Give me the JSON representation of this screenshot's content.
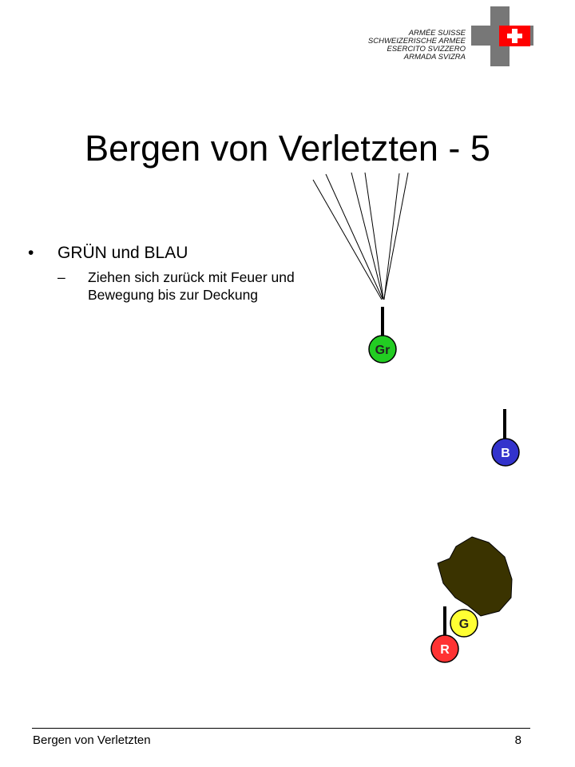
{
  "header": {
    "org_lines": [
      "ARMÉE SUISSE",
      "SCHWEIZERISCHE ARMEE",
      "ESERCITO SVIZZERO",
      "ARMADA SVIZRA"
    ],
    "logo_icon": "swiss-cross-logo-icon"
  },
  "slide": {
    "title": "Bergen von Verletzten - 5",
    "bullet": {
      "marker": "•",
      "text": "GRÜN und BLAU",
      "sub_marker": "–",
      "sub_text": "Ziehen sich zurück mit Feuer und Bewegung bis zur Deckung"
    }
  },
  "diagram": {
    "tokens": [
      {
        "label": "Gr",
        "color": "#22cc22",
        "text_color": "#222222"
      },
      {
        "label": "B",
        "color": "#3333cc",
        "text_color": "#ffffff"
      },
      {
        "label": "G",
        "color": "#ffff33",
        "text_color": "#222222"
      },
      {
        "label": "R",
        "color": "#ff3333",
        "text_color": "#ffffff"
      }
    ],
    "cover_color": "#3a3300",
    "colors": {
      "green": "#22cc22",
      "blue": "#3333cc",
      "yellow": "#ffff33",
      "red": "#ff3333",
      "cross_gray": "#777777",
      "cross_red": "#ff0000"
    }
  },
  "footer": {
    "left": "Bergen von Verletzten",
    "page_number": "8"
  }
}
